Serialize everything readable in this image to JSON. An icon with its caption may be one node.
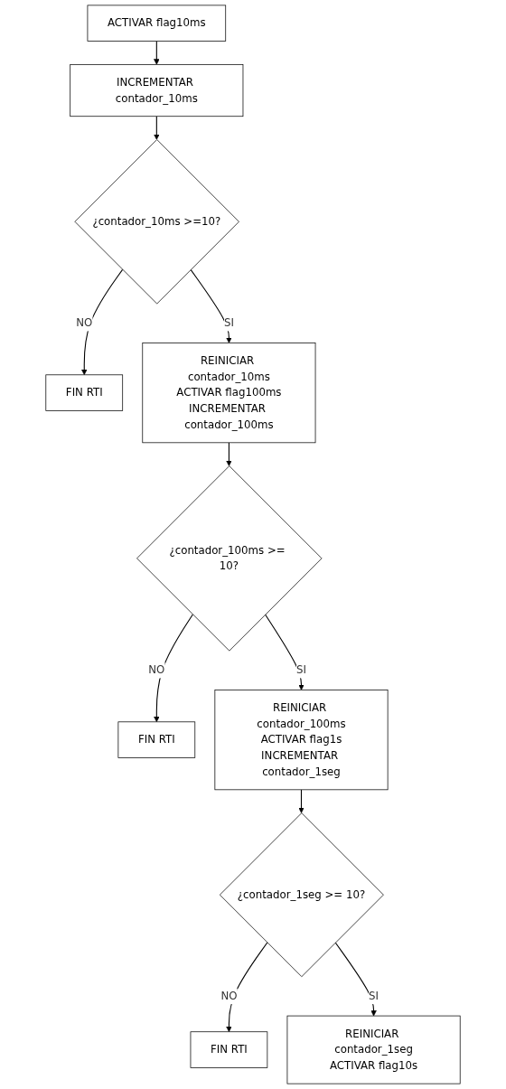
{
  "diagram": {
    "nodes": [
      {
        "text": [
          "ACTIVAR flag10ms"
        ]
      },
      {
        "text": [
          "INCREMENTAR contador_10ms"
        ]
      },
      {
        "text": [
          "¿contador_10ms >=10?"
        ]
      },
      {
        "text": [
          "FIN RTI"
        ]
      },
      {
        "text": [
          "REINICIAR contador_10ms",
          "ACTIVAR flag100ms",
          "INCREMENTAR contador_100ms"
        ]
      },
      {
        "text": [
          "¿contador_100ms >= 10?"
        ]
      },
      {
        "text": [
          "FIN RTI"
        ]
      },
      {
        "text": [
          "REINICIAR contador_100ms",
          "ACTIVAR flag1s",
          "INCREMENTAR contador_1seg"
        ]
      },
      {
        "text": [
          "¿contador_1seg >= 10?"
        ]
      },
      {
        "text": [
          "FIN RTI"
        ]
      },
      {
        "text": [
          "REINICIAR contador_1seg",
          "ACTIVAR flag10s"
        ]
      }
    ],
    "edges": [
      {
        "from": 0,
        "to": 1,
        "arrow": "to"
      },
      {
        "from": 1,
        "to": 2,
        "arrow": "to"
      },
      {
        "from": 2,
        "to": 3,
        "arrow": "to",
        "label": "NO"
      },
      {
        "from": 2,
        "to": 4,
        "arrow": "to",
        "label": "SI"
      },
      {
        "from": 4,
        "to": 5,
        "arrow": "to"
      },
      {
        "from": 5,
        "to": 6,
        "arrow": "to",
        "label": "NO"
      },
      {
        "from": 5,
        "to": 7,
        "arrow": "to",
        "label": "SI"
      },
      {
        "from": 7,
        "to": 8,
        "arrow": "to"
      },
      {
        "from": 8,
        "to": 9,
        "arrow": "to",
        "label": "NO"
      },
      {
        "from": 8,
        "to": 10,
        "arrow": "to",
        "label": "SI"
      }
    ]
  }
}
